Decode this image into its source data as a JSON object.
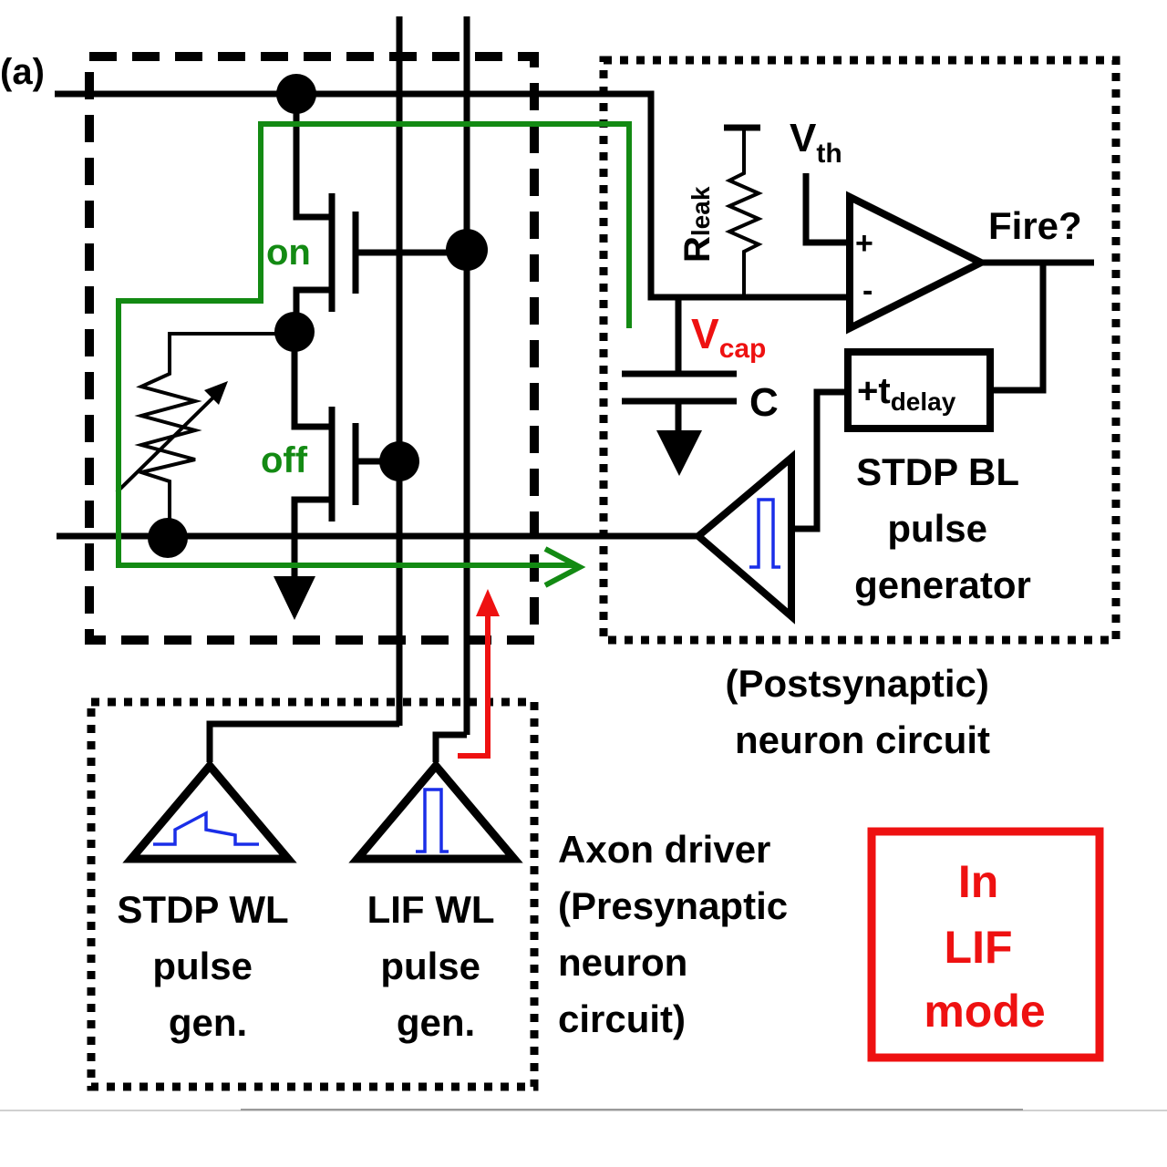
{
  "figure": {
    "panel_label": "(a)",
    "transistor_labels": {
      "on": "on",
      "off": "off"
    },
    "postsynaptic": {
      "r_leak": {
        "main": "R",
        "sub": "leak"
      },
      "v_th": {
        "main": "V",
        "sub": "th"
      },
      "v_cap": {
        "main": "V",
        "sub": "cap"
      },
      "capacitor": "C",
      "comparator_plus": "+",
      "comparator_minus": "-",
      "fire": "Fire?",
      "delay": {
        "main": "+t",
        "sub": "delay"
      },
      "stdp_bl_lines": [
        "STDP BL",
        "pulse",
        "generator"
      ],
      "caption_lines": [
        "(Postsynaptic)",
        "neuron circuit"
      ]
    },
    "axon_driver": {
      "stdp_wl_lines": [
        "STDP WL",
        "pulse",
        "gen."
      ],
      "lif_wl_lines": [
        "LIF WL",
        "pulse",
        "gen."
      ],
      "caption_lines": [
        "Axon driver",
        "(Presynaptic",
        "neuron",
        "circuit)"
      ]
    },
    "mode_box": {
      "lines": [
        "In",
        "LIF",
        "mode"
      ],
      "color": "#ee1111"
    },
    "colors": {
      "current_path": "#138a13",
      "lif_signal": "#ee1111",
      "pulse_shape": "#1a2ee8"
    }
  }
}
